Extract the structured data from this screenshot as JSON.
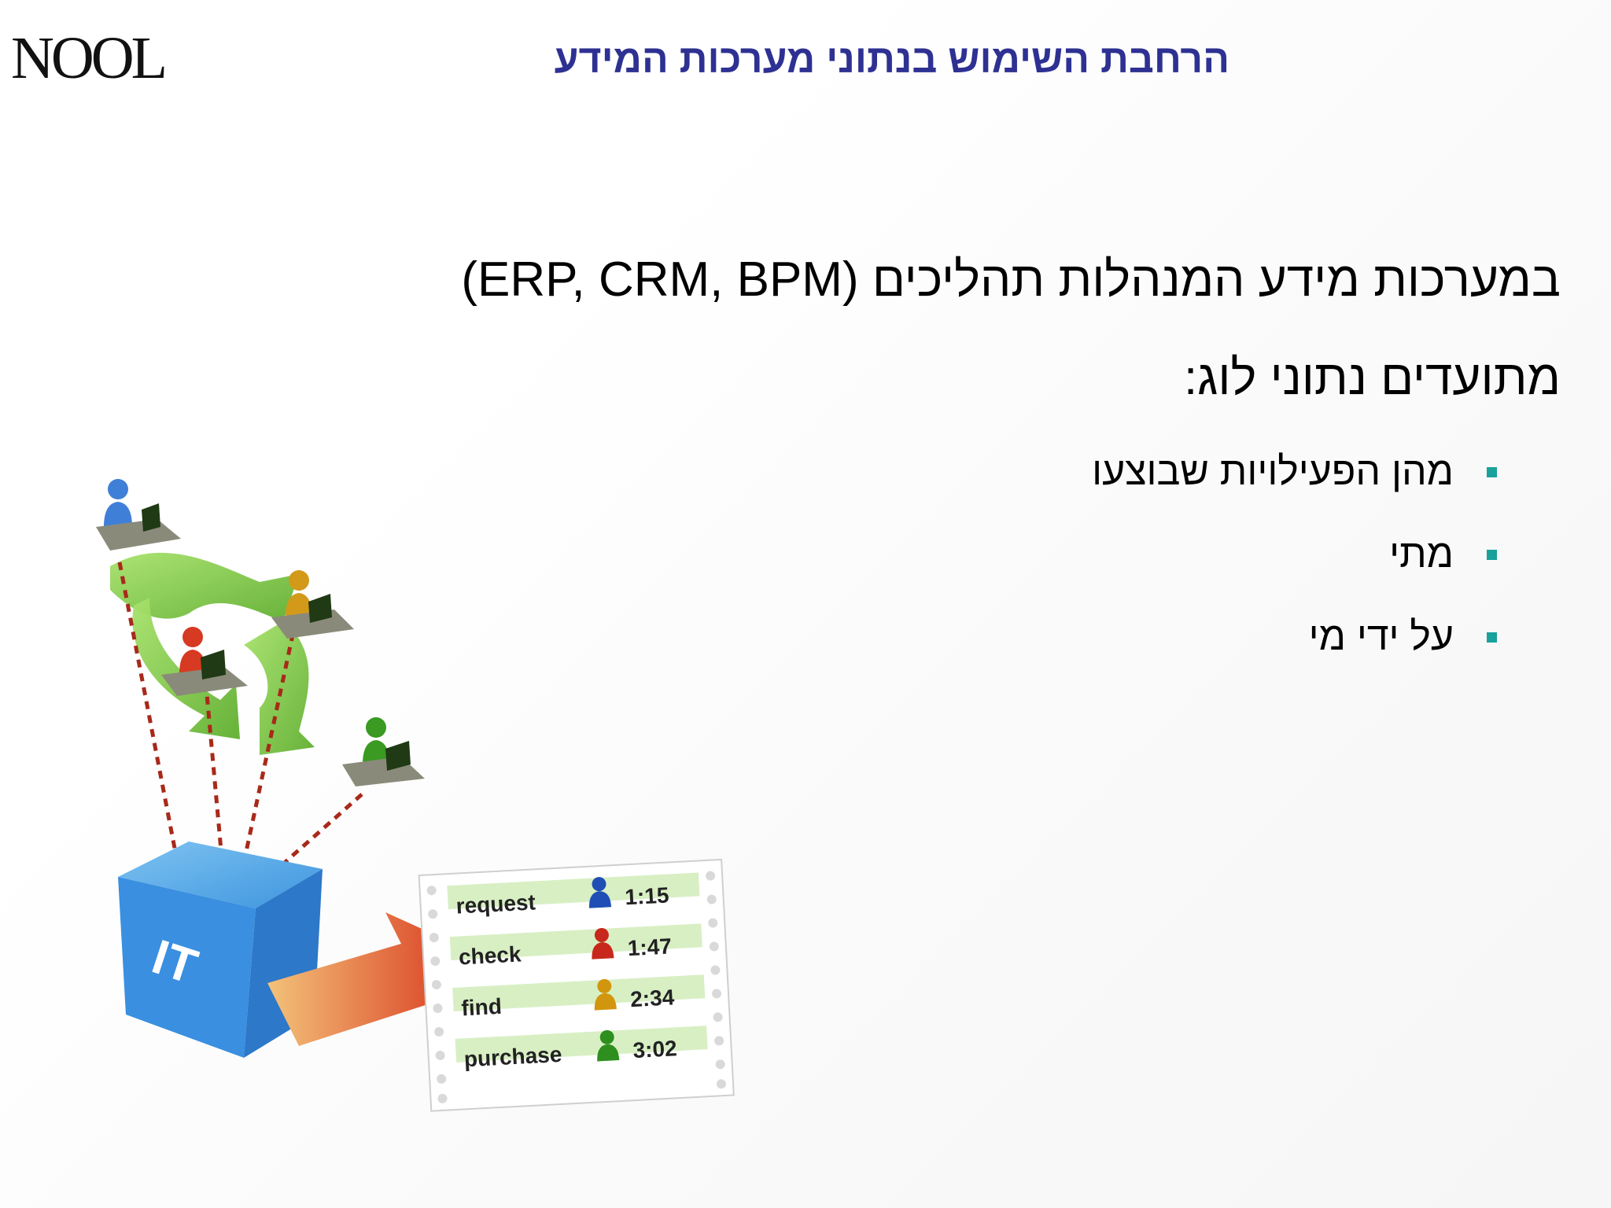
{
  "logo": "NOOL",
  "title": "הרחבת השימוש בנתוני מערכות המידע",
  "body": {
    "line1": "במערכות מידע המנהלות תהליכים (ERP, CRM, BPM)",
    "line2": "מתועדים נתוני לוג:"
  },
  "bullets": [
    "מהן הפעילויות שבוצעו",
    "מתי",
    "על ידי מי"
  ],
  "illustration": {
    "box_label": "IT",
    "log": [
      {
        "activity": "request",
        "time": "1:15",
        "color": "#1f4fb5"
      },
      {
        "activity": "check",
        "time": "1:47",
        "color": "#c8281c"
      },
      {
        "activity": "find",
        "time": "2:34",
        "color": "#d2960e"
      },
      {
        "activity": "purchase",
        "time": "3:02",
        "color": "#2e8f1e"
      }
    ]
  },
  "colors": {
    "title": "#2e3192",
    "bullet": "#19a19b"
  }
}
